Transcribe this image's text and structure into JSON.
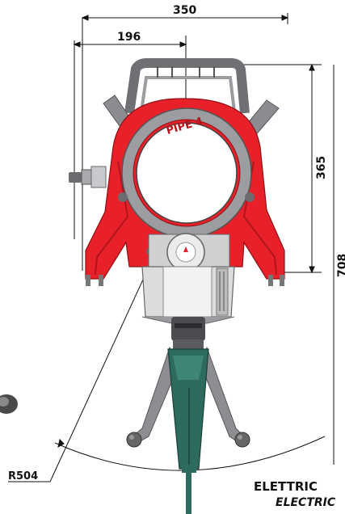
{
  "dimensions": {
    "width_label": "350",
    "center_offset_label": "196",
    "upper_height_label": "365",
    "total_height_label": "708",
    "radius_label": "R504"
  },
  "product": {
    "logo_text": "PIPE 4"
  },
  "caption": {
    "line1": "ELETTRIC",
    "line2": "ELECTRIC"
  },
  "colors": {
    "frame": "#e8202a",
    "handle": "#7a7c80",
    "grip": "#2d6b5e"
  }
}
